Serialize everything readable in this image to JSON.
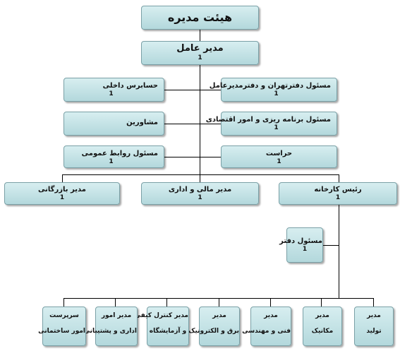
{
  "board": {
    "title": "هیئت مدیره"
  },
  "ceo": {
    "title": "مدیر عامل",
    "count": "1"
  },
  "staff_right": [
    {
      "title": "مسئول دفترتهران و دفترمدیرعامل",
      "count": "1"
    },
    {
      "title": "مسئول برنامه ریزی و امور اقتصادی",
      "count": "1"
    },
    {
      "title": "حراست",
      "count": "1"
    }
  ],
  "staff_left": [
    {
      "title": "حسابرس داخلی",
      "count": "1"
    },
    {
      "title": "مشاورین",
      "count": ""
    },
    {
      "title": "مسئول روابط عمومی",
      "count": "1"
    }
  ],
  "managers": [
    {
      "title": "رئیس کارخانه",
      "count": "1"
    },
    {
      "title": "مدیر مالی و اداری",
      "count": "1"
    },
    {
      "title": "مدیر بازرگانی",
      "count": "1"
    }
  ],
  "factory_office": {
    "title": "مسئول دفتر",
    "count": "1"
  },
  "departments": [
    {
      "line1": "مدیر",
      "line2": "تولید"
    },
    {
      "line1": "مدیر",
      "line2": "مکانیک"
    },
    {
      "line1": "مدیر",
      "line2": "فنی و مهندسی"
    },
    {
      "line1": "مدیر",
      "line2": "برق و الکترونیک"
    },
    {
      "line1": "مدیر کنترل کیفی",
      "line2": "و آزمایشگاه"
    },
    {
      "line1": "مدیر امور",
      "line2": "اداری و پشتیبانی"
    },
    {
      "line1": "سرپرست",
      "line2": "امور ساختمانی"
    }
  ]
}
